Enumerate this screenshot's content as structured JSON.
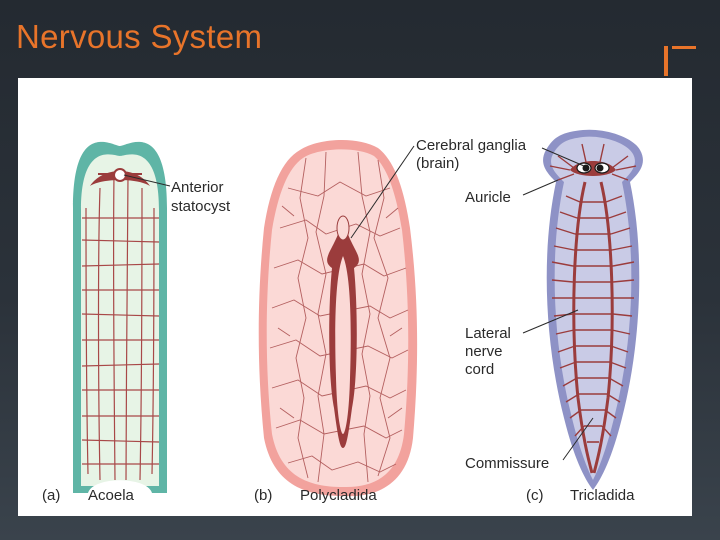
{
  "slide": {
    "title": "Nervous System"
  },
  "figure": {
    "panels": [
      {
        "letter": "(a)",
        "name": "Acoela"
      },
      {
        "letter": "(b)",
        "name": "Polycladida"
      },
      {
        "letter": "(c)",
        "name": "Tricladida"
      }
    ],
    "labels": {
      "anterior_statocyst_line1": "Anterior",
      "anterior_statocyst_line2": "statocyst",
      "cerebral_ganglia_line1": "Cerebral ganglia",
      "cerebral_ganglia_line2": "(brain)",
      "auricle": "Auricle",
      "lateral_line1": "Lateral",
      "lateral_line2": "nerve",
      "lateral_line3": "cord",
      "commissure": "Commissure"
    },
    "colors": {
      "acoela_fill": "#e7f4e6",
      "acoela_border": "#5fb5a6",
      "polyclad_fill": "#fbd9d6",
      "polyclad_border": "#f2a29d",
      "triclad_fill": "#c9cbe6",
      "triclad_border": "#8e92c6",
      "nerve": "#9b3c3c"
    }
  }
}
